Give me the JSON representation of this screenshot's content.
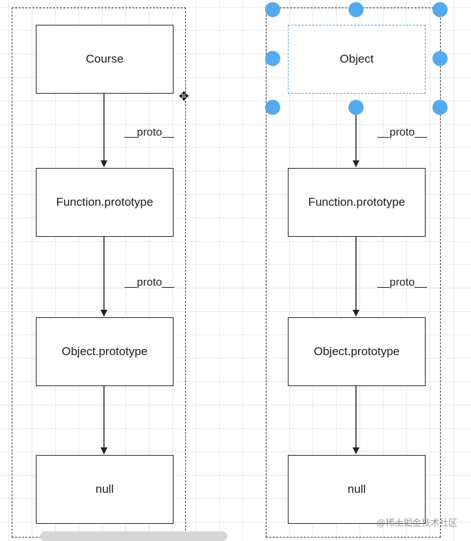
{
  "left_chain": {
    "nodes": [
      "Course",
      "Function.prototype",
      "Object.prototype",
      "null"
    ],
    "edge_labels": [
      "__proto__",
      "__proto__"
    ]
  },
  "right_chain": {
    "nodes": [
      "Object",
      "Function.prototype",
      "Object.prototype",
      "null"
    ],
    "edge_labels": [
      "__proto__",
      "__proto__"
    ]
  },
  "selection": {
    "selected_node": "Object",
    "handle_color": "#55aaee"
  },
  "cursor_glyph": "✥",
  "watermark": "@稀土掘金技术社区"
}
